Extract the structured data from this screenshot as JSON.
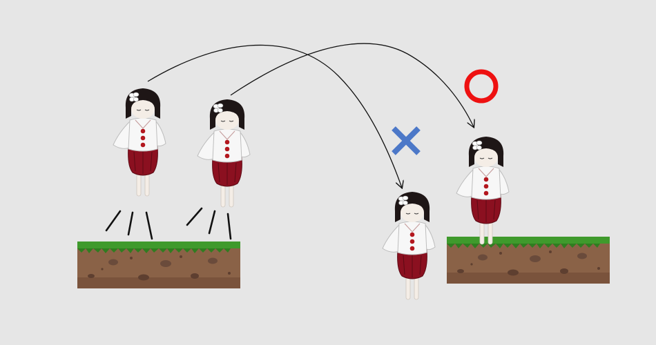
{
  "scene": {
    "background": "#e6e6e6",
    "grass_color": "#3f9a2c",
    "dirt_color": "#8a6247",
    "dirt_dark": "#6b4532",
    "pebble_color": "#6a4b3b",
    "char_skin": "#f4ede6",
    "char_hair": "#1e1616",
    "char_shirt": "#f7f7f7",
    "char_skirt": "#8b1020",
    "char_button": "#b3171e",
    "arrow_color": "#111111"
  },
  "marks": {
    "wrong": {
      "symbol": "✕",
      "meaning": "cross-mark",
      "color": "#4c78c8"
    },
    "correct": {
      "symbol": "○",
      "meaning": "circle-mark",
      "color": "#ee1111"
    }
  },
  "icons": [
    "character-sprite",
    "grass-platform",
    "jump-arc-arrow",
    "cross-mark",
    "circle-mark",
    "jump-motion-lines"
  ]
}
